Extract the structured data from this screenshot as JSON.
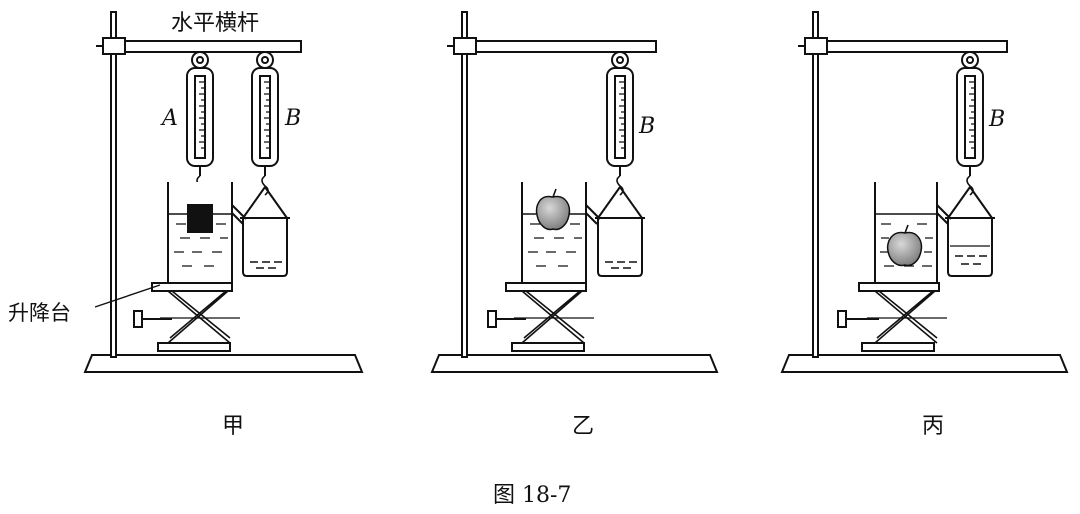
{
  "labels": {
    "horizontal_bar": "水平横杆",
    "lift_platform": "升降台",
    "spring_a": "A",
    "spring_b": "B"
  },
  "panels": [
    {
      "caption": "甲",
      "has_spring_a": true,
      "object": "black-block",
      "object_position": "submerged-top"
    },
    {
      "caption": "乙",
      "has_spring_a": false,
      "object": "apple",
      "object_position": "floating"
    },
    {
      "caption": "丙",
      "has_spring_a": false,
      "object": "apple",
      "object_position": "submerged"
    }
  ],
  "figure_caption": "图 18-7"
}
